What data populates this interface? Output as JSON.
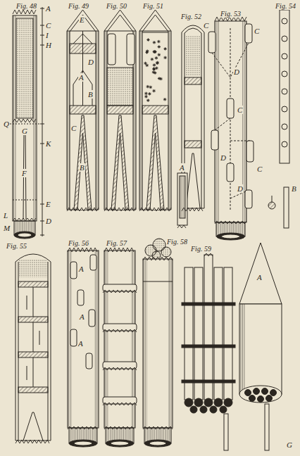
{
  "diagram": {
    "labels": [
      "Fig. 48",
      "Fig. 49",
      "Fig. 50",
      "Fig. 51",
      "Fig. 52",
      "Fig. 53",
      "Fig. 54",
      "Fig. 55",
      "Fig. 56",
      "Fig. 57",
      "Fig. 58",
      "Fig. 59",
      "A",
      "C",
      "I",
      "H",
      "Q",
      "G",
      "F",
      "K",
      "E",
      "L",
      "D",
      "M",
      "E",
      "D",
      "A",
      "B",
      "C",
      "B",
      "A",
      "C",
      "C",
      "D",
      "C",
      "D",
      "C",
      "D",
      "B",
      "A",
      "A",
      "A",
      "A",
      "G"
    ]
  }
}
